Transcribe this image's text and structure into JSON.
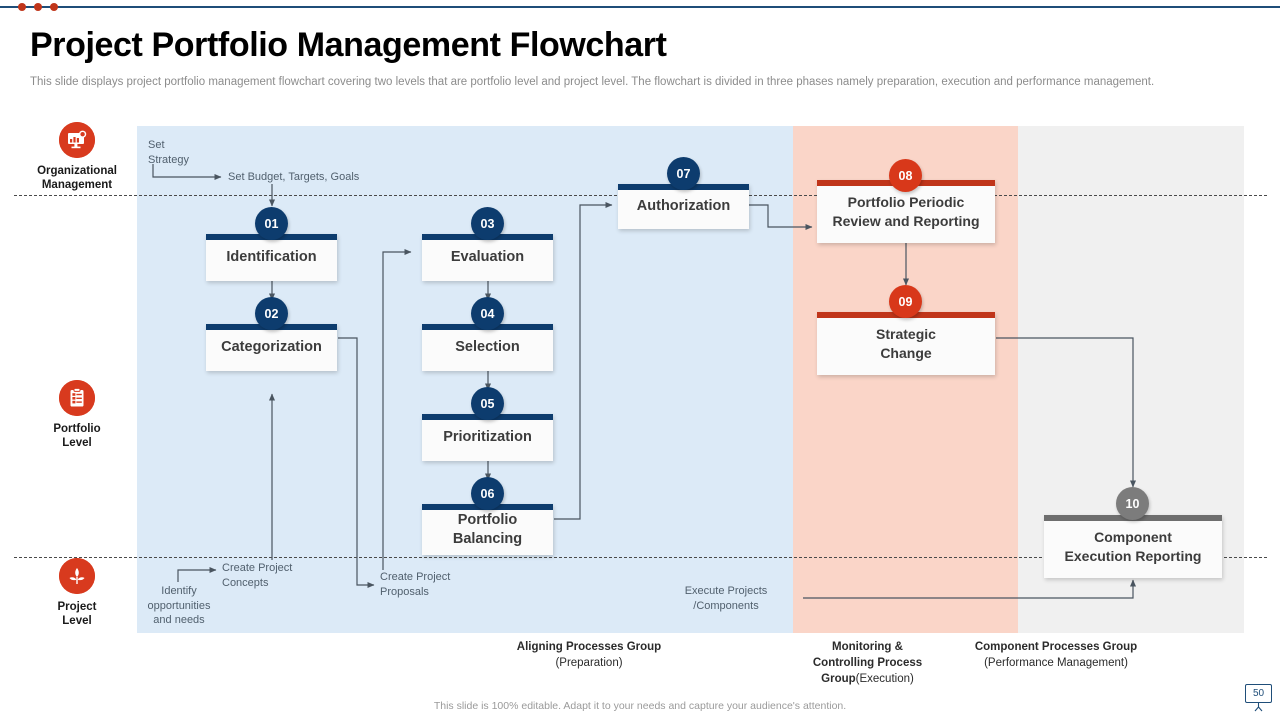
{
  "header": {
    "title": "Project Portfolio Management Flowchart",
    "subtitle": "This slide displays project portfolio management flowchart covering two levels that are portfolio level and project level. The flowchart is divided in three phases namely preparation, execution and performance management."
  },
  "lanes": [
    {
      "id": "organizational-management",
      "label_line1": "Organizational",
      "label_line2": "Management",
      "icon": "monitor-chart-icon"
    },
    {
      "id": "portfolio-level",
      "label_line1": "Portfolio",
      "label_line2": "Level",
      "icon": "clipboard-checklist-icon"
    },
    {
      "id": "project-level",
      "label_line1": "Project",
      "label_line2": "Level",
      "icon": "plant-growth-icon"
    }
  ],
  "zones": [
    {
      "id": "aligning",
      "color": "#dceaf7"
    },
    {
      "id": "monitoring",
      "color": "#fad5c8"
    },
    {
      "id": "component",
      "color": "#f0f0f0"
    }
  ],
  "nodes": [
    {
      "num": "01",
      "label": "Identification",
      "accent": "navy"
    },
    {
      "num": "02",
      "label": "Categorization",
      "accent": "navy"
    },
    {
      "num": "03",
      "label": "Evaluation",
      "accent": "navy"
    },
    {
      "num": "04",
      "label": "Selection",
      "accent": "navy"
    },
    {
      "num": "05",
      "label": "Prioritization",
      "accent": "navy"
    },
    {
      "num": "06",
      "label": "Portfolio\nBalancing",
      "accent": "navy"
    },
    {
      "num": "07",
      "label": "Authorization",
      "accent": "navy"
    },
    {
      "num": "08",
      "label": "Portfolio Periodic\nReview and Reporting",
      "accent": "red"
    },
    {
      "num": "09",
      "label": "Strategic\nChange",
      "accent": "red"
    },
    {
      "num": "10",
      "label": "Component\nExecution Reporting",
      "accent": "grey"
    }
  ],
  "annotations": [
    {
      "id": "set-strategy",
      "text": "Set\nStrategy"
    },
    {
      "id": "set-budget",
      "text": "Set Budget,  Targets,  Goals"
    },
    {
      "id": "identify-opportunities",
      "text": "Identify\nopportunities\nand needs"
    },
    {
      "id": "create-project-concepts",
      "text": "Create Project\nConcepts"
    },
    {
      "id": "create-project-proposals",
      "text": "Create Project\nProposals"
    },
    {
      "id": "execute-projects",
      "text": "Execute Projects\n/Components"
    }
  ],
  "groups": [
    {
      "id": "aligning-processes-group",
      "name": "Aligning Processes  Group",
      "sub": "(Preparation)"
    },
    {
      "id": "monitoring-controlling-group",
      "name": "Monitoring &\nControlling Process\nGroup",
      "sub": "(Execution)"
    },
    {
      "id": "component-processes-group",
      "name": "Component Processes  Group",
      "sub": "(Performance Management)"
    }
  ],
  "footer": {
    "note": "This slide is 100% editable. Adapt it to your needs and capture your audience's attention.",
    "page": "50"
  },
  "colors": {
    "navy": "#0d3c6e",
    "red": "#c0351a",
    "grey": "#6e6e6e",
    "zone_blue": "#dceaf7",
    "zone_pink": "#fad5c8",
    "zone_gray": "#f0f0f0"
  }
}
